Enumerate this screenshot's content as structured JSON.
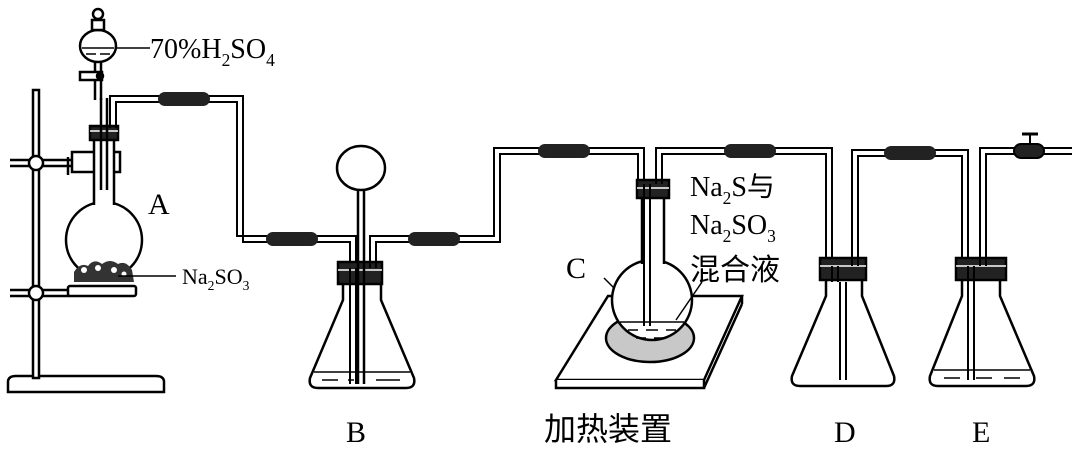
{
  "labels": {
    "acid": "70%H2SO4",
    "flask_a": "A",
    "salt_a": "Na2SO3",
    "bottle_b": "B",
    "flask_c": "C",
    "mix_line1": "Na2S与",
    "mix_line2": "Na2SO3",
    "mix_line3": "混合液",
    "heater": "加热装置",
    "bottle_d": "D",
    "bottle_e": "E"
  }
}
